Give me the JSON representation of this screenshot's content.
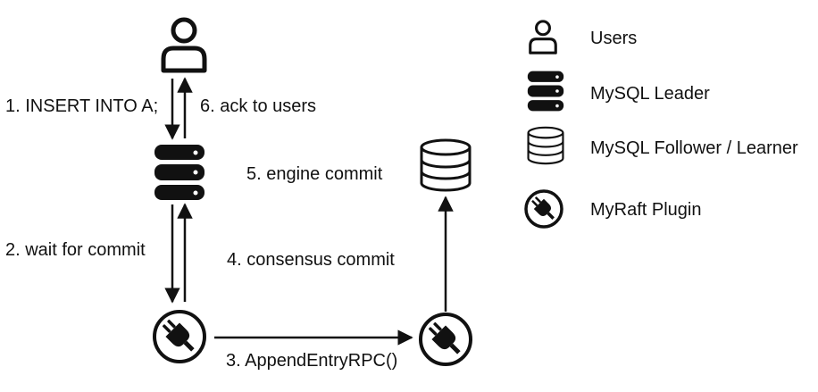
{
  "flow": {
    "step1": "1. INSERT INTO A;",
    "step2": "2. wait for commit",
    "step3": "3. AppendEntryRPC()",
    "step4": "4. consensus commit",
    "step5": "5. engine commit",
    "step6": "6. ack to users"
  },
  "legend": {
    "users": "Users",
    "leader": "MySQL Leader",
    "follower": "MySQL Follower / Learner",
    "plugin": "MyRaft Plugin"
  },
  "icons": {
    "users": "user-icon",
    "leader": "database-filled-icon",
    "follower": "database-outline-icon",
    "plugin": "plug-icon"
  },
  "colors": {
    "ink": "#111111",
    "background": "#ffffff"
  }
}
